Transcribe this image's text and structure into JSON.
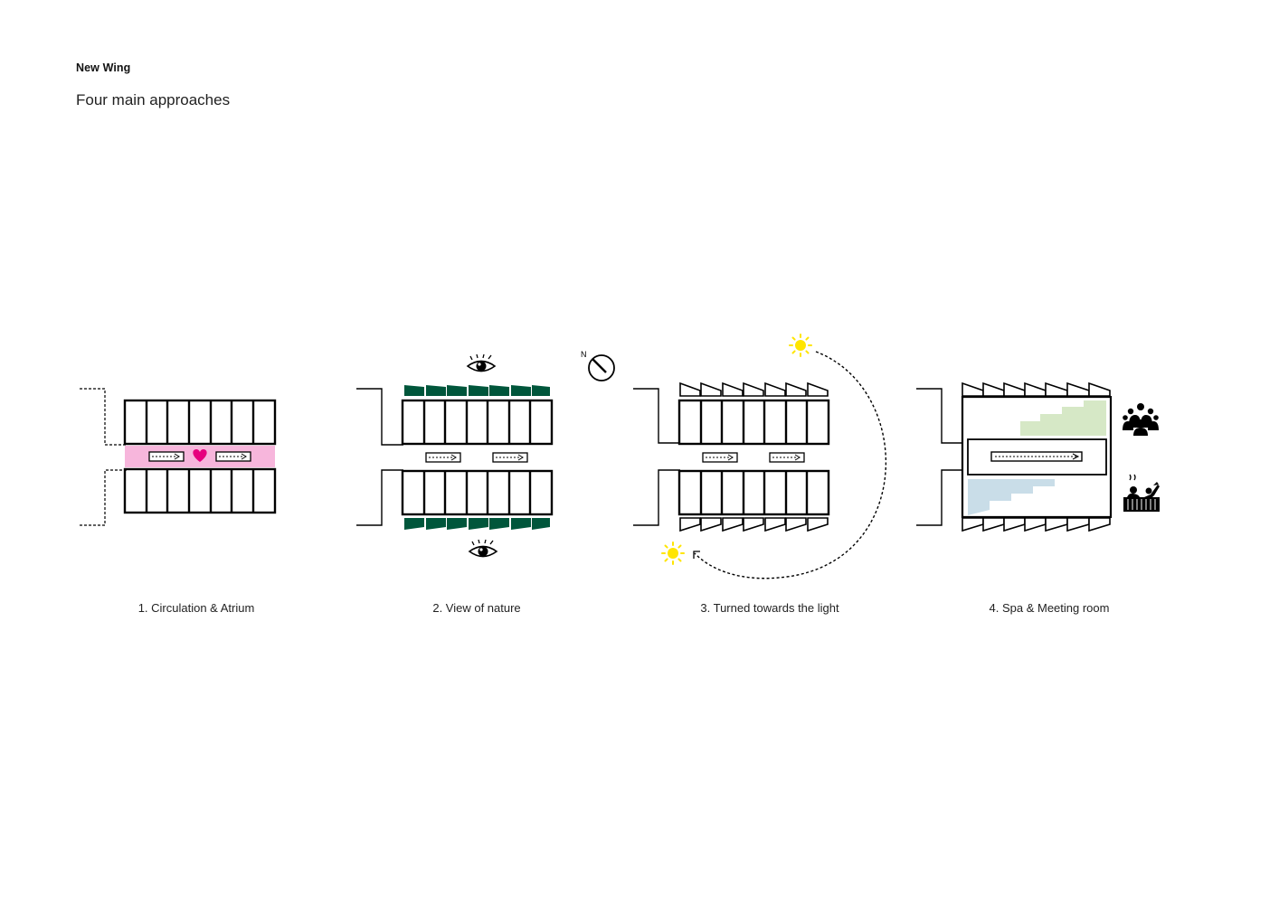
{
  "header": {
    "label": "New Wing",
    "subtitle": "Four main approaches"
  },
  "compass": {
    "letter": "N",
    "icon": "north-arrow-icon"
  },
  "panels": [
    {
      "caption": "1. Circulation & Atrium",
      "icons": [
        "heart-icon",
        "dashed-arrow-icon"
      ],
      "highlight_color": "#f7b6dc",
      "accent_color": "#e6007e"
    },
    {
      "caption": "2. View of nature",
      "icons": [
        "eye-icon",
        "dashed-arrow-icon"
      ],
      "accent_color": "#00563b"
    },
    {
      "caption": "3. Turned towards the light",
      "icons": [
        "sun-icon",
        "dashed-arrow-icon"
      ],
      "accent_color": "#ffe500"
    },
    {
      "caption": "4. Spa & Meeting room",
      "icons": [
        "meeting-people-icon",
        "spa-icon",
        "dashed-arrow-icon"
      ],
      "colors": [
        "#d6e8c6",
        "#c9dde8"
      ]
    }
  ]
}
